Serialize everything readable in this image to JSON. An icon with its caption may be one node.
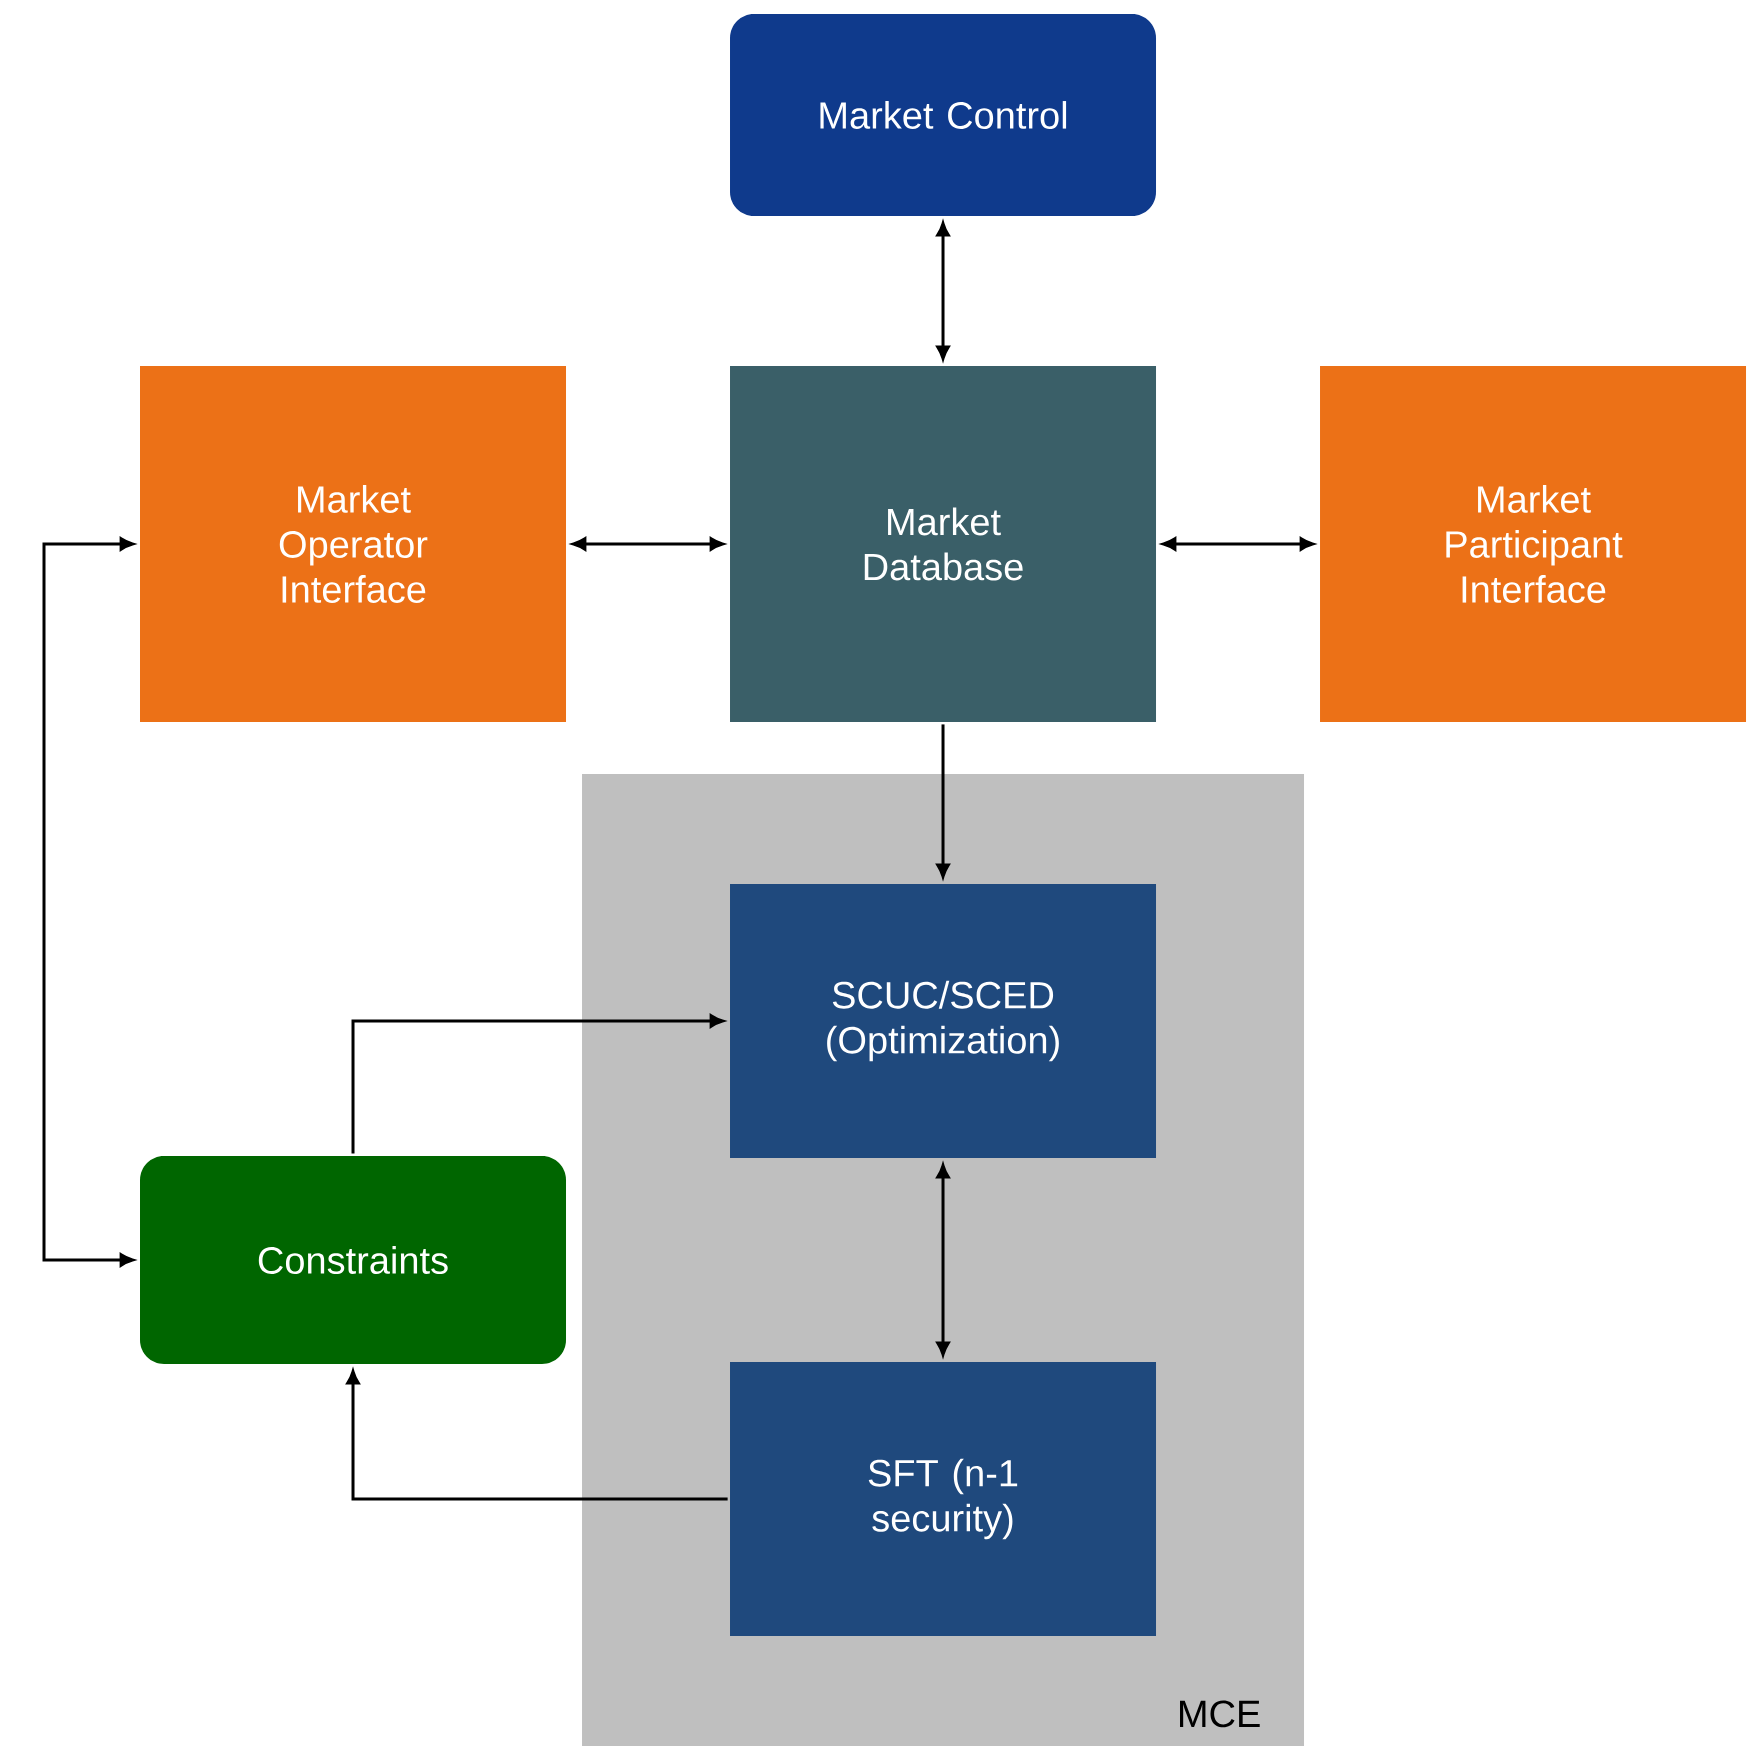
{
  "diagram": {
    "nodes": [
      {
        "text": [
          "Market Control"
        ]
      },
      {
        "text": [
          "Market Operator Interface"
        ]
      },
      {
        "text": [
          "Market Database"
        ]
      },
      {
        "text": [
          "Market Participant Interface"
        ]
      },
      {
        "text": [
          "MCE"
        ]
      },
      {
        "text": [
          "SCUC/SCED (Optimization)"
        ],
        "in": 4
      },
      {
        "text": [
          "Constraints"
        ]
      },
      {
        "text": [
          "SFT (n-1 security)"
        ],
        "in": 4
      }
    ],
    "edges": [
      {
        "from": 0,
        "to": 2,
        "arrow": "both"
      },
      {
        "from": 1,
        "to": 2,
        "arrow": "both"
      },
      {
        "from": 2,
        "to": 3,
        "arrow": "both"
      },
      {
        "from": 2,
        "to": 5,
        "arrow": "to"
      },
      {
        "from": 6,
        "to": 5,
        "arrow": "to"
      },
      {
        "from": 5,
        "to": 7,
        "arrow": "both"
      },
      {
        "from": 7,
        "to": 6,
        "arrow": "to"
      },
      {
        "from": 1,
        "to": 6,
        "arrow": "both"
      }
    ]
  }
}
